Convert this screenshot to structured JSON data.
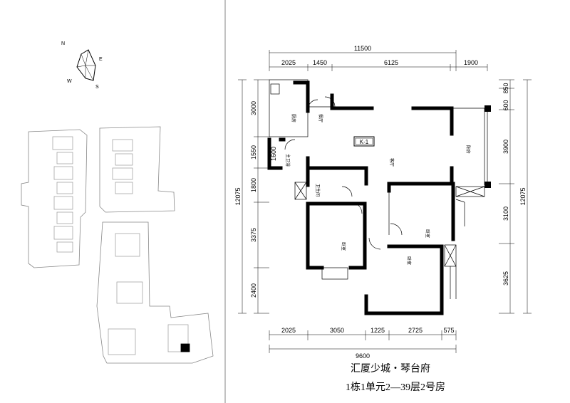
{
  "compass": {
    "n": "N",
    "e": "E",
    "s": "S",
    "w": "W"
  },
  "plan": {
    "top_total": "11500",
    "top_dims": [
      "2025",
      "1450",
      "6125",
      "1900"
    ],
    "bottom_total": "9600",
    "bottom_dims": [
      "2025",
      "3050",
      "1225",
      "2725",
      "575"
    ],
    "left_total": "12075",
    "left_dims": [
      "3000",
      "1550",
      "1800",
      "3375",
      "2400"
    ],
    "right_total": "12075",
    "right_dims": [
      "600",
      "850",
      "3900",
      "3100",
      "3625"
    ],
    "inner_dim": "1600",
    "unit_tag": "K-1",
    "rooms": {
      "kitchen": "厨房",
      "dining": "餐厅",
      "living": "客厅",
      "balcony": "阳台",
      "bath": "卫生间",
      "master_bath": "主卫浴",
      "bedroom_main": "卧室",
      "bedroom_second": "卧室",
      "bedroom_third": "卧室"
    }
  },
  "caption": {
    "line1": "汇厦少城・琴台府",
    "line2": "1栋1单元2—39层2号房"
  }
}
